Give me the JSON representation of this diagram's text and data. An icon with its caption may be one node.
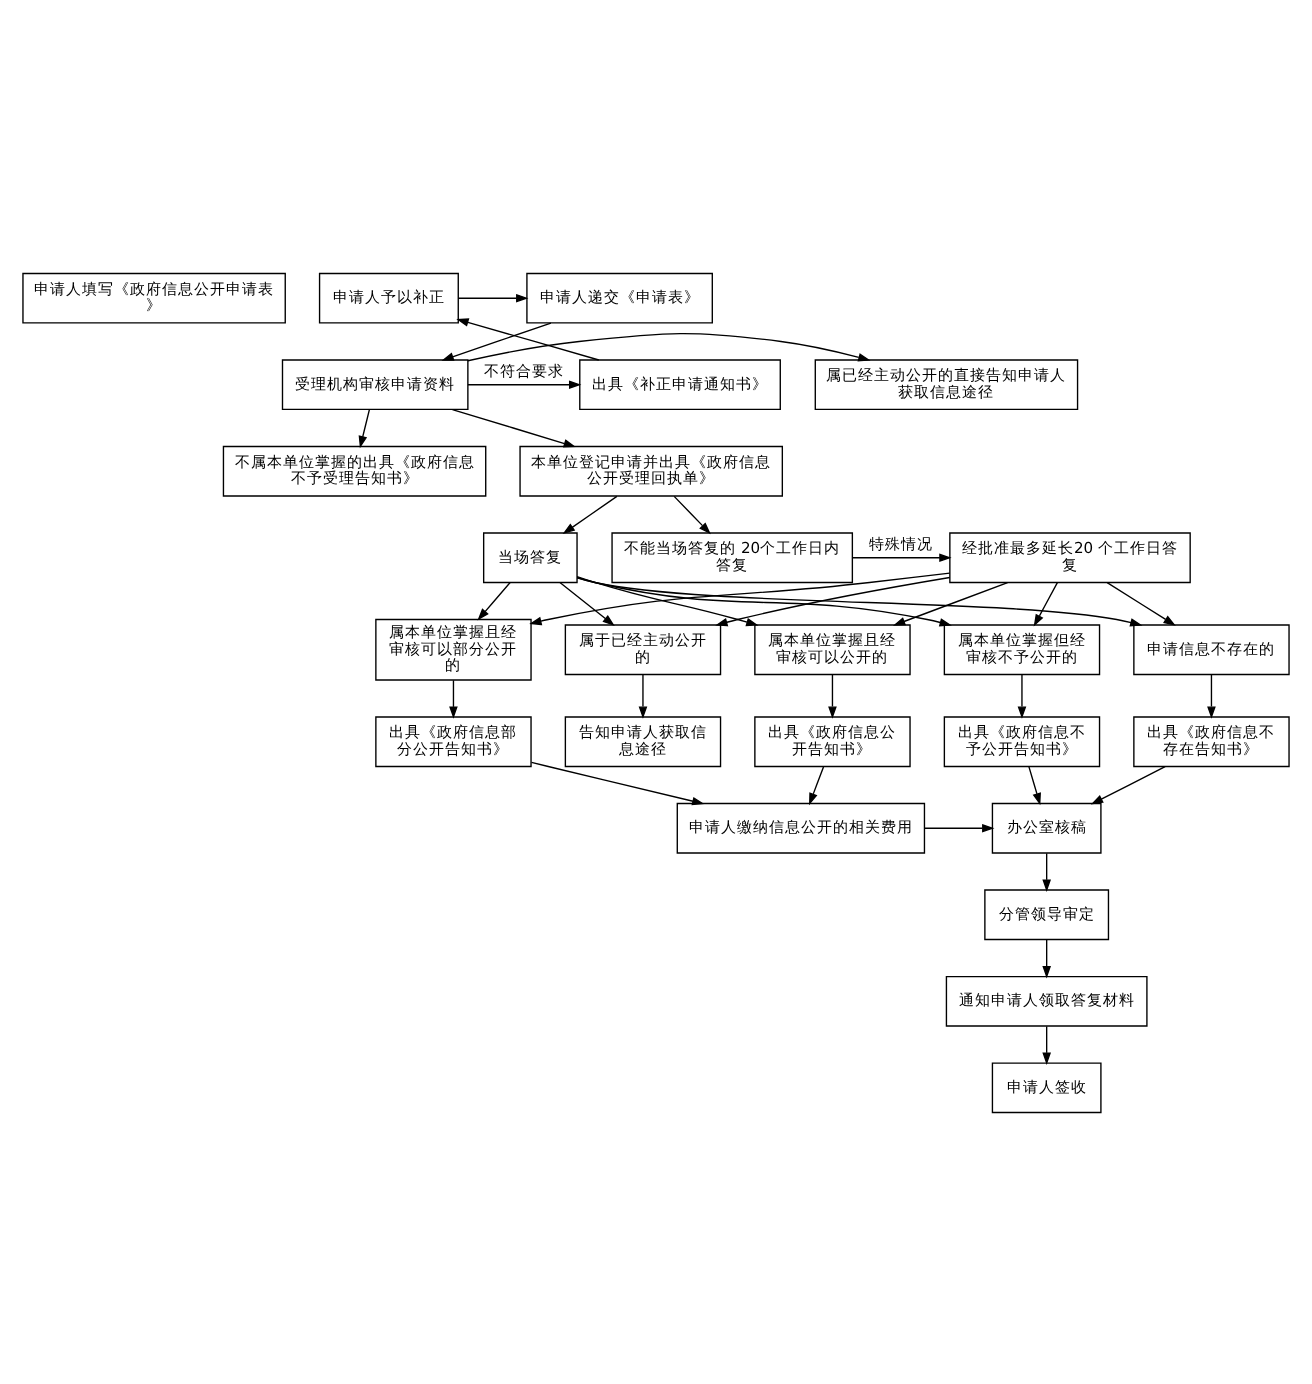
{
  "diagram": {
    "nodes": [
      {
        "text": [
          "申请人填写《政府信息公开申请表》"
        ]
      },
      {
        "text": [
          "申请人予以补正"
        ]
      },
      {
        "text": [
          "申请人递交《申请表》"
        ]
      },
      {
        "text": [
          "出具《补正申请通知书》"
        ]
      },
      {
        "text": [
          "受理机构审核申请资料"
        ]
      },
      {
        "text": [
          "不属本单位掌握的出具《政府信息不予受理告知书》"
        ]
      },
      {
        "text": [
          "属已经主动公开的直接告知申请人获取信息途径"
        ]
      },
      {
        "text": [
          "本单位登记申请并出具《政府信息公开受理回执单》"
        ]
      },
      {
        "text": [
          "当场答复"
        ]
      },
      {
        "text": [
          "不能当场答复的 20个工作日内答复"
        ]
      },
      {
        "text": [
          "经批准最多延长20 个工作日答复"
        ]
      },
      {
        "text": [
          "属于已经主动公开的"
        ]
      },
      {
        "text": [
          "属本单位掌握且经审核可以公开的"
        ]
      },
      {
        "text": [
          "属本单位掌握且经审核可以部分公开的"
        ]
      },
      {
        "text": [
          "属本单位掌握但经审核不予公开的"
        ]
      },
      {
        "text": [
          "申请信息不存在的"
        ]
      },
      {
        "text": [
          "告知申请人获取信息途径"
        ]
      },
      {
        "text": [
          "出具《政府信息公开告知书》"
        ]
      },
      {
        "text": [
          "出具《政府信息部分公开告知书》"
        ]
      },
      {
        "text": [
          "出具《政府信息不予公开告知书》"
        ]
      },
      {
        "text": [
          "出具《政府信息不存在告知书》"
        ]
      },
      {
        "text": [
          "申请人缴纳信息公开的相关费用"
        ]
      },
      {
        "text": [
          "办公室核稿"
        ]
      },
      {
        "text": [
          "分管领导审定"
        ]
      },
      {
        "text": [
          "通知申请人领取答复材料"
        ]
      },
      {
        "text": [
          "申请人签收"
        ]
      }
    ],
    "edges": [
      {
        "from": 1,
        "to": 2,
        "arrow": "to"
      },
      {
        "from": 2,
        "to": 4,
        "arrow": "to"
      },
      {
        "from": 4,
        "to": 3,
        "arrow": "to",
        "label": "不符合要求"
      },
      {
        "from": 3,
        "to": 1,
        "arrow": "to"
      },
      {
        "from": 4,
        "to": 5,
        "arrow": "to"
      },
      {
        "from": 4,
        "to": 6,
        "arrow": "to"
      },
      {
        "from": 4,
        "to": 7,
        "arrow": "to"
      },
      {
        "from": 7,
        "to": 8,
        "arrow": "to"
      },
      {
        "from": 7,
        "to": 9,
        "arrow": "to"
      },
      {
        "from": 9,
        "to": 10,
        "arrow": "to",
        "label": "特殊情况"
      },
      {
        "from": 8,
        "to": 11,
        "arrow": "to"
      },
      {
        "from": 8,
        "to": 12,
        "arrow": "to"
      },
      {
        "from": 8,
        "to": 13,
        "arrow": "to"
      },
      {
        "from": 8,
        "to": 14,
        "arrow": "to"
      },
      {
        "from": 8,
        "to": 15,
        "arrow": "to"
      },
      {
        "from": 10,
        "to": 11,
        "arrow": "to"
      },
      {
        "from": 10,
        "to": 12,
        "arrow": "to"
      },
      {
        "from": 10,
        "to": 13,
        "arrow": "to"
      },
      {
        "from": 10,
        "to": 14,
        "arrow": "to"
      },
      {
        "from": 10,
        "to": 15,
        "arrow": "to"
      },
      {
        "from": 11,
        "to": 16,
        "arrow": "to"
      },
      {
        "from": 12,
        "to": 17,
        "arrow": "to"
      },
      {
        "from": 13,
        "to": 18,
        "arrow": "to"
      },
      {
        "from": 14,
        "to": 19,
        "arrow": "to"
      },
      {
        "from": 15,
        "to": 20,
        "arrow": "to"
      },
      {
        "from": 17,
        "to": 21,
        "arrow": "to"
      },
      {
        "from": 18,
        "to": 21,
        "arrow": "to"
      },
      {
        "from": 19,
        "to": 22,
        "arrow": "to"
      },
      {
        "from": 20,
        "to": 22,
        "arrow": "to"
      },
      {
        "from": 21,
        "to": 22,
        "arrow": "to"
      },
      {
        "from": 22,
        "to": 23,
        "arrow": "to"
      },
      {
        "from": 23,
        "to": 24,
        "arrow": "to"
      },
      {
        "from": 24,
        "to": 25,
        "arrow": "to"
      }
    ]
  }
}
